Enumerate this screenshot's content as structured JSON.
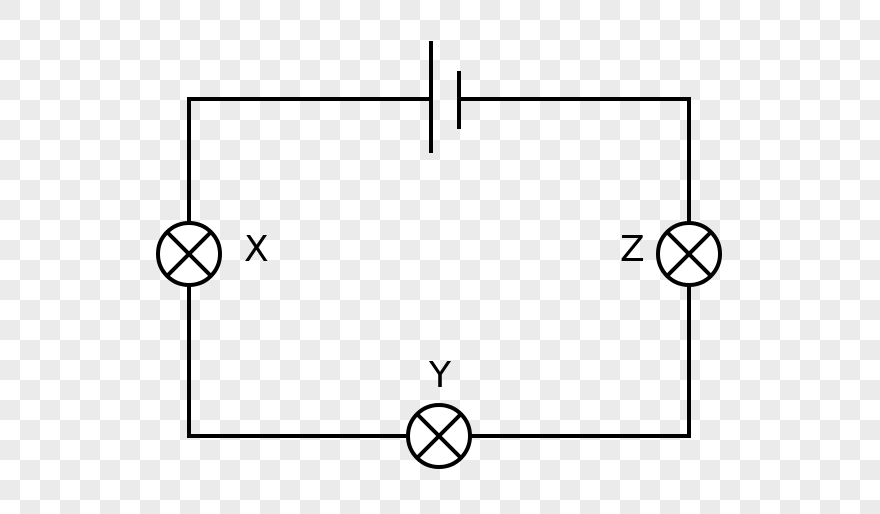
{
  "diagram": {
    "type": "circuit",
    "components": {
      "battery": {
        "kind": "cell",
        "position": "top"
      },
      "lamps": [
        {
          "id": "X",
          "label": "X",
          "position": "left"
        },
        {
          "id": "Y",
          "label": "Y",
          "position": "bottom"
        },
        {
          "id": "Z",
          "label": "Z",
          "position": "right"
        }
      ]
    },
    "connection": "series",
    "colors": {
      "wire": "#000000",
      "background_checker": "#ebebeb"
    }
  }
}
